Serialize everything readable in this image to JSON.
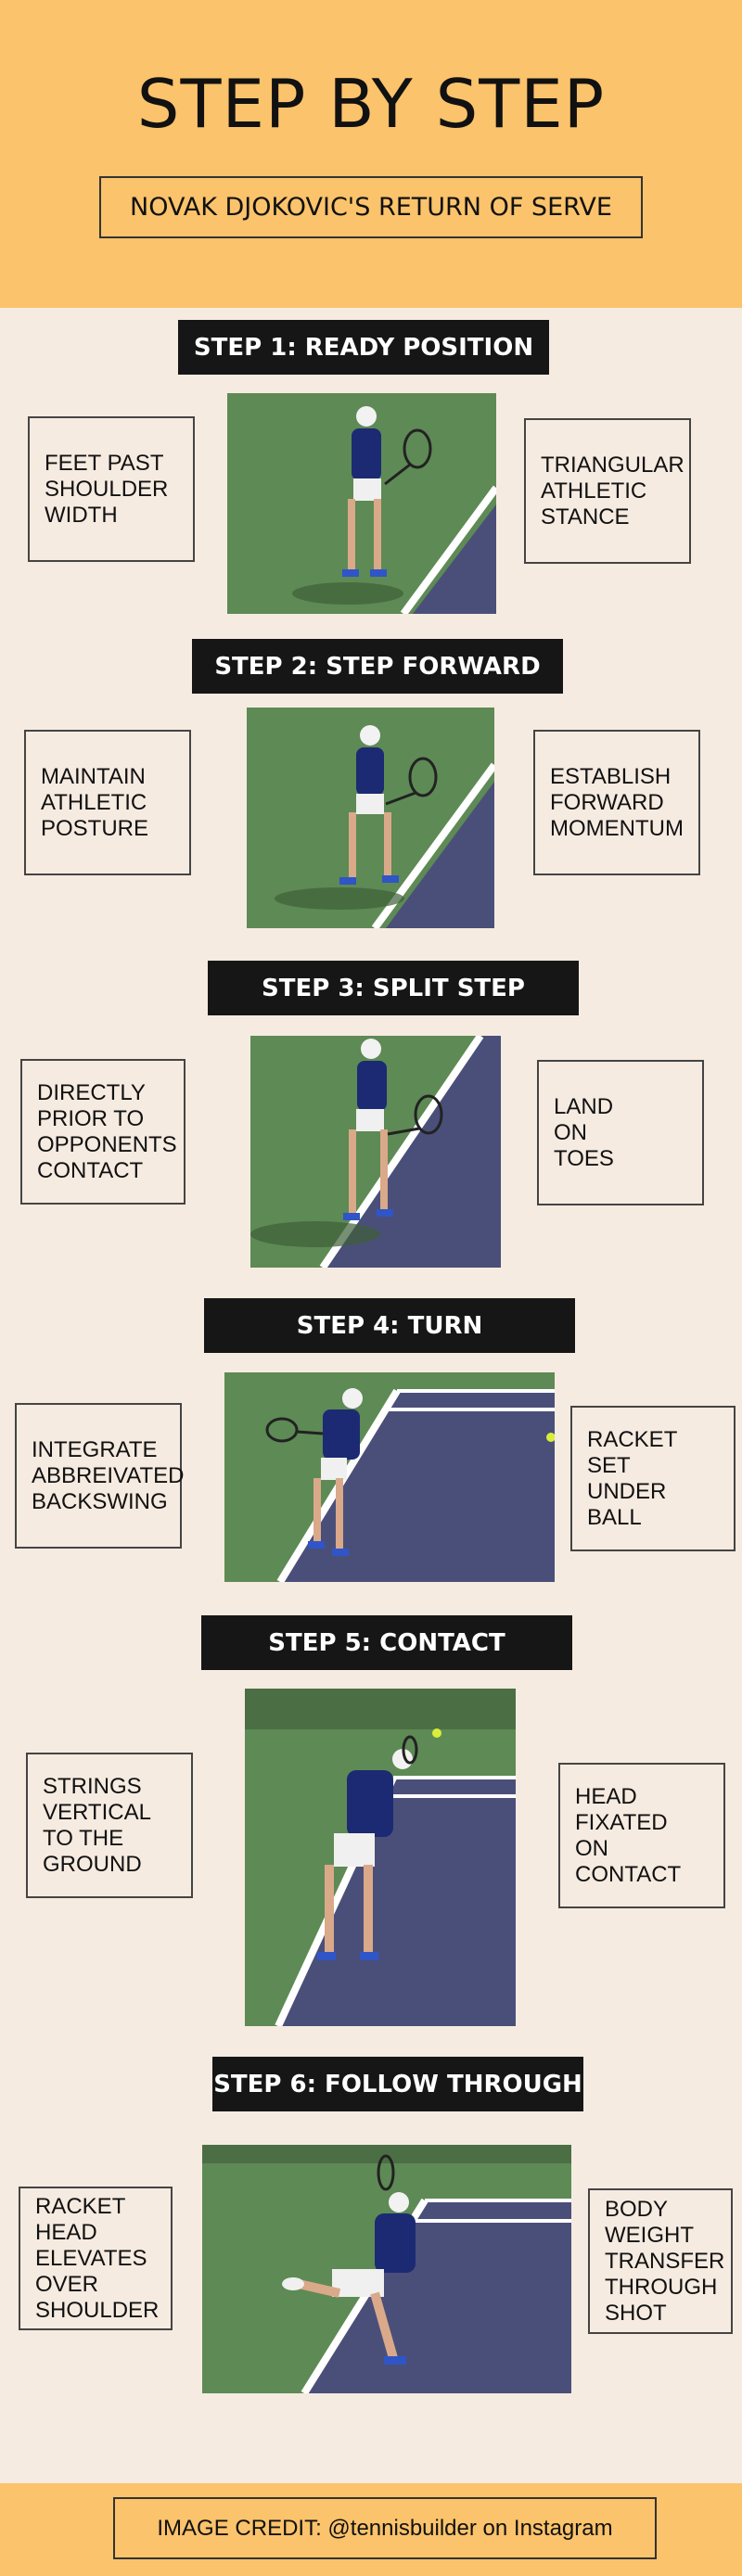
{
  "header": {
    "title": "STEP BY STEP",
    "subtitle": "NOVAK DJOKOVIC'S RETURN OF SERVE"
  },
  "steps": [
    {
      "label": "STEP 1: READY POSITION",
      "left_tip": "FEET PAST\nSHOULDER\nWIDTH",
      "right_tip": "TRIANGULAR\nATHLETIC\nSTANCE"
    },
    {
      "label": "STEP 2: STEP FORWARD",
      "left_tip": "MAINTAIN\nATHLETIC\nPOSTURE",
      "right_tip": "ESTABLISH\nFORWARD\nMOMENTUM"
    },
    {
      "label": "STEP 3: SPLIT STEP",
      "left_tip": "DIRECTLY\nPRIOR TO\nOPPONENTS\nCONTACT",
      "right_tip": "LAND\nON\nTOES"
    },
    {
      "label": "STEP 4: TURN",
      "left_tip": "INTEGRATE\nABBREIVATED\nBACKSWING",
      "right_tip": "RACKET\nSET\nUNDER\nBALL"
    },
    {
      "label": "STEP 5: CONTACT",
      "left_tip": "STRINGS\nVERTICAL\nTO THE\nGROUND",
      "right_tip": "HEAD\nFIXATED\nON\nCONTACT"
    },
    {
      "label": "STEP 6: FOLLOW THROUGH",
      "left_tip": "RACKET\nHEAD\nELEVATES\nOVER\nSHOULDER",
      "right_tip": "BODY\nWEIGHT\nTRANSFER\nTHROUGH\nSHOT"
    }
  ],
  "footer": {
    "credit": "IMAGE CREDIT: @tennisbuilder on Instagram"
  },
  "colors": {
    "header_bg": "#fbc36b",
    "page_bg": "#f6ebe1",
    "bar_bg": "#161616",
    "court_green": "#5e8a55",
    "court_blue": "#4a4f7a"
  }
}
